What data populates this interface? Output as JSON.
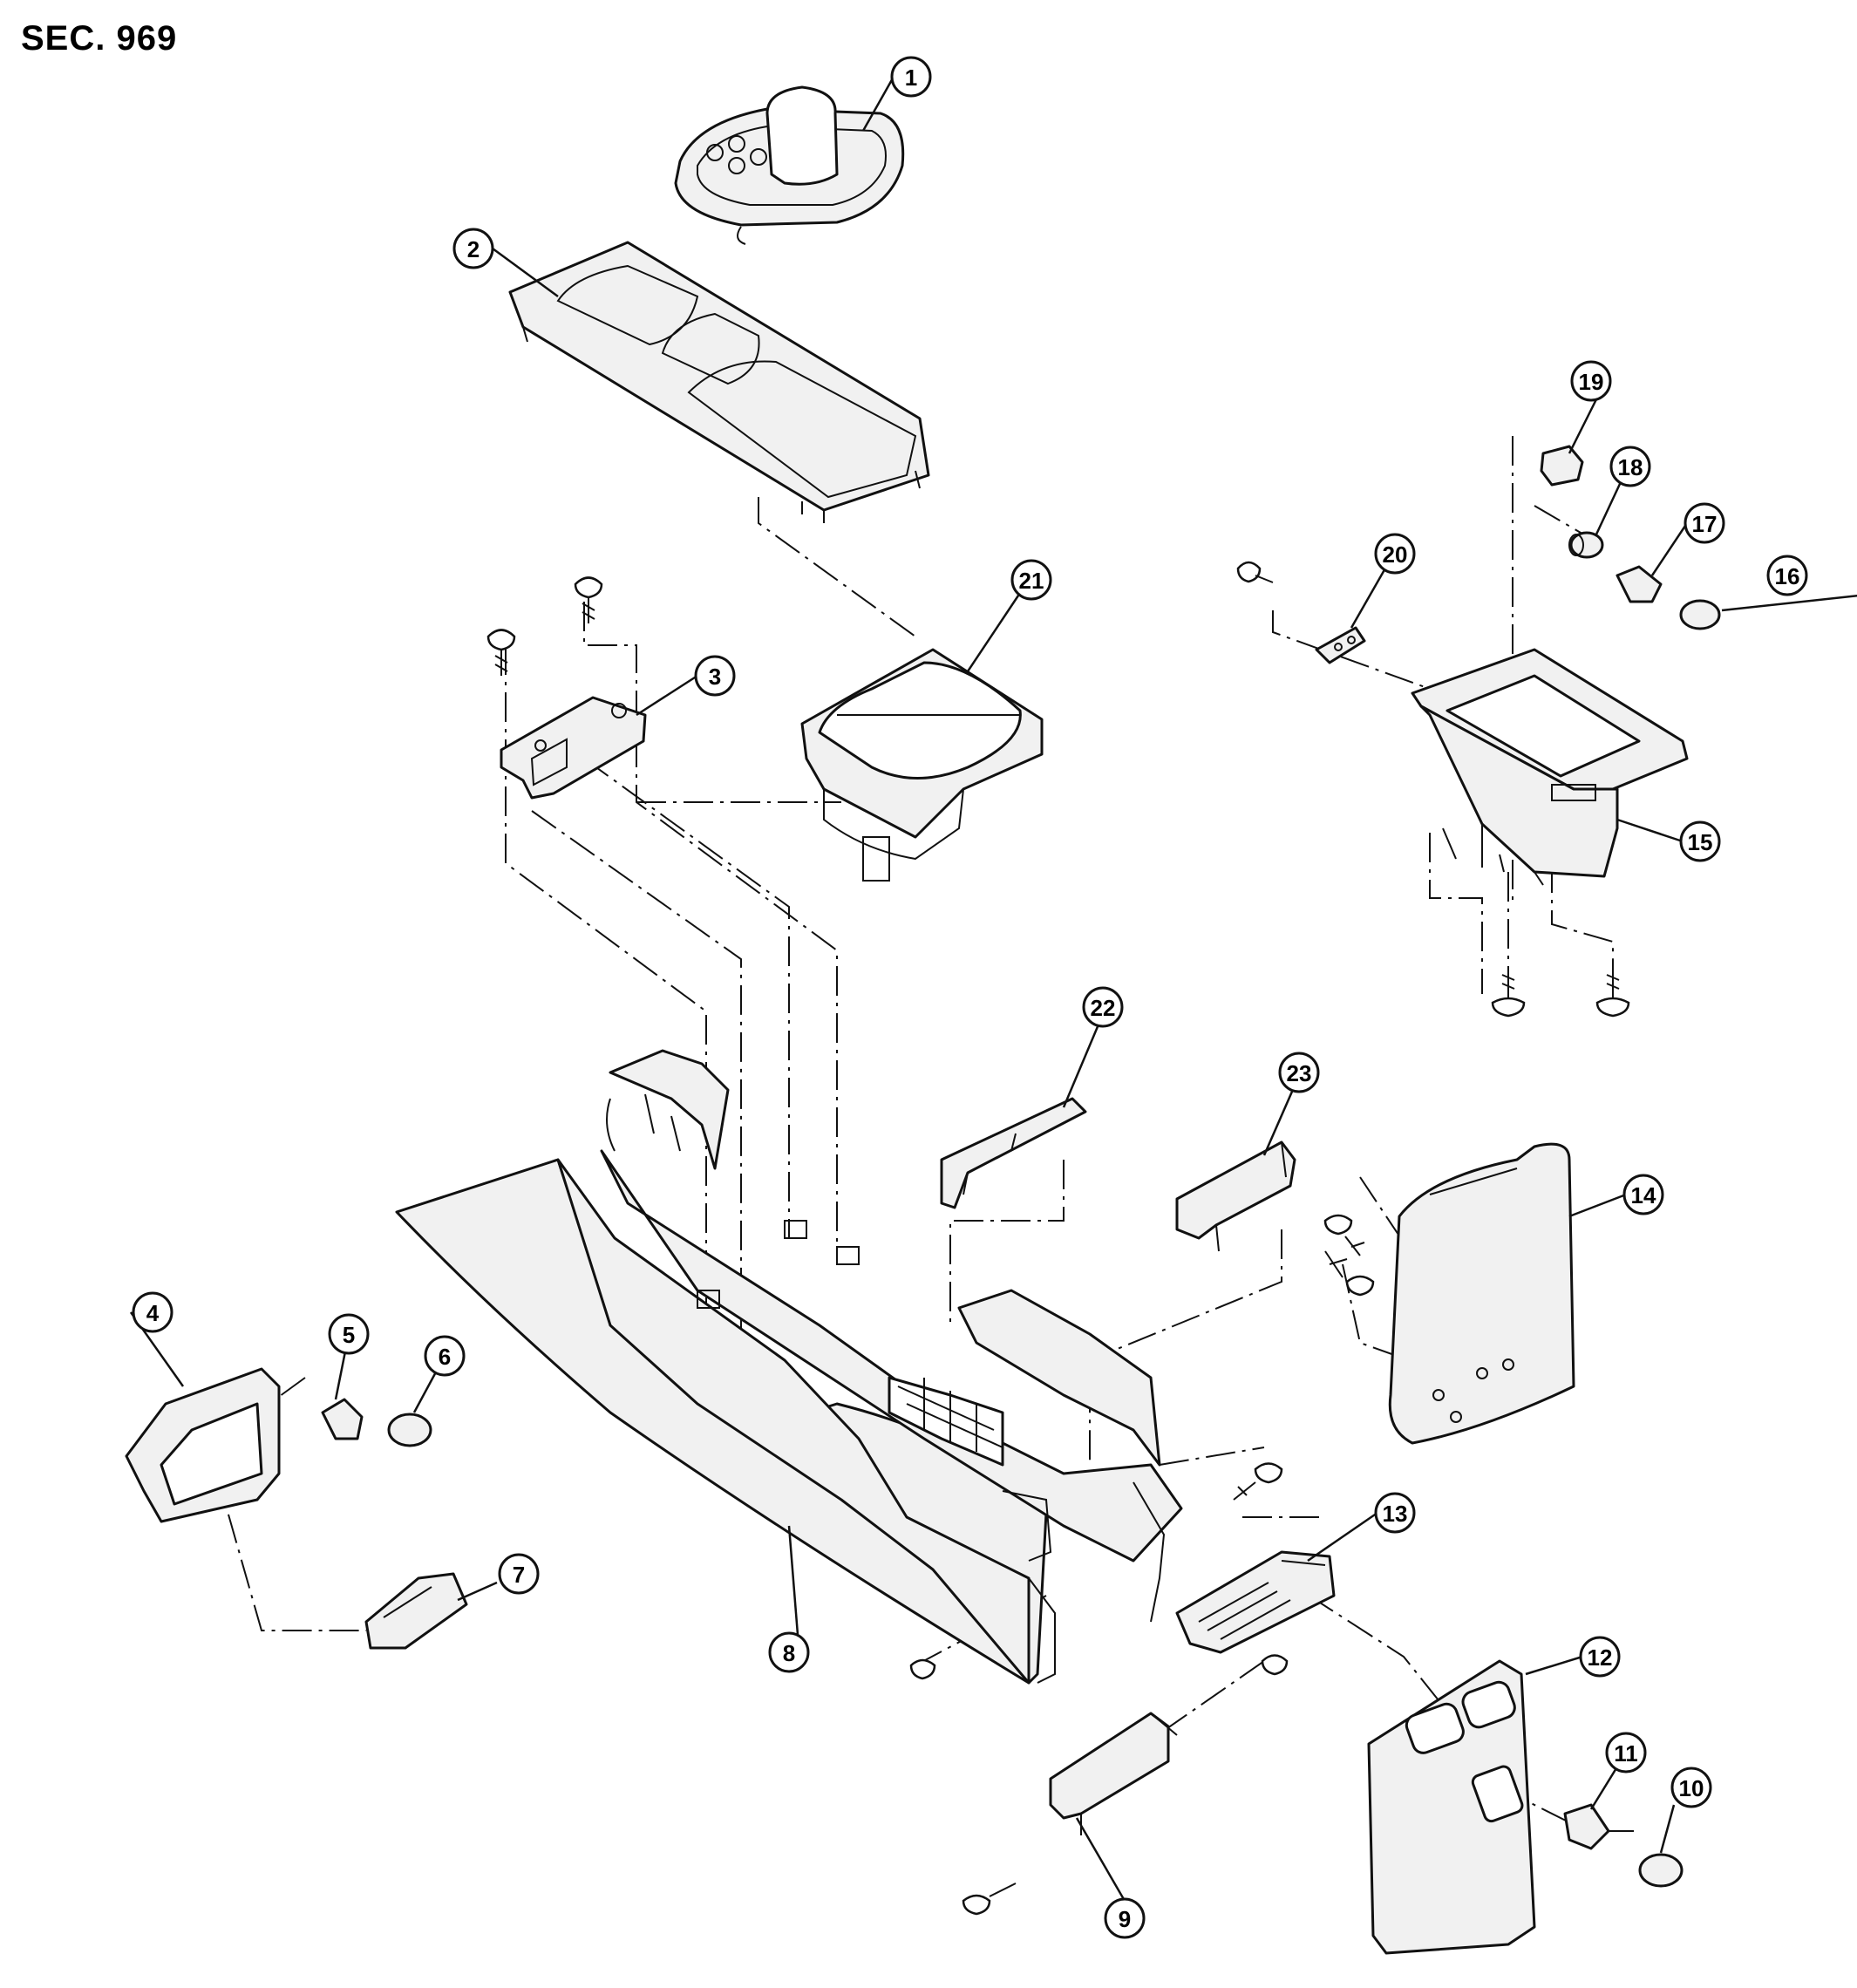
{
  "section_label": "SEC. 969",
  "callouts": [
    {
      "id": "c1",
      "label": "1"
    },
    {
      "id": "c2",
      "label": "2"
    },
    {
      "id": "c3",
      "label": "3"
    },
    {
      "id": "c4",
      "label": "4"
    },
    {
      "id": "c5",
      "label": "5"
    },
    {
      "id": "c6",
      "label": "6"
    },
    {
      "id": "c7",
      "label": "7"
    },
    {
      "id": "c8",
      "label": "8"
    },
    {
      "id": "c9",
      "label": "9"
    },
    {
      "id": "c10",
      "label": "10"
    },
    {
      "id": "c11",
      "label": "11"
    },
    {
      "id": "c12",
      "label": "12"
    },
    {
      "id": "c13",
      "label": "13"
    },
    {
      "id": "c14",
      "label": "14"
    },
    {
      "id": "c15",
      "label": "15"
    },
    {
      "id": "c16",
      "label": "16"
    },
    {
      "id": "c17",
      "label": "17"
    },
    {
      "id": "c18",
      "label": "18"
    },
    {
      "id": "c19",
      "label": "19"
    },
    {
      "id": "c20",
      "label": "20"
    },
    {
      "id": "c21",
      "label": "21"
    },
    {
      "id": "c22",
      "label": "22"
    },
    {
      "id": "c23",
      "label": "23"
    }
  ]
}
